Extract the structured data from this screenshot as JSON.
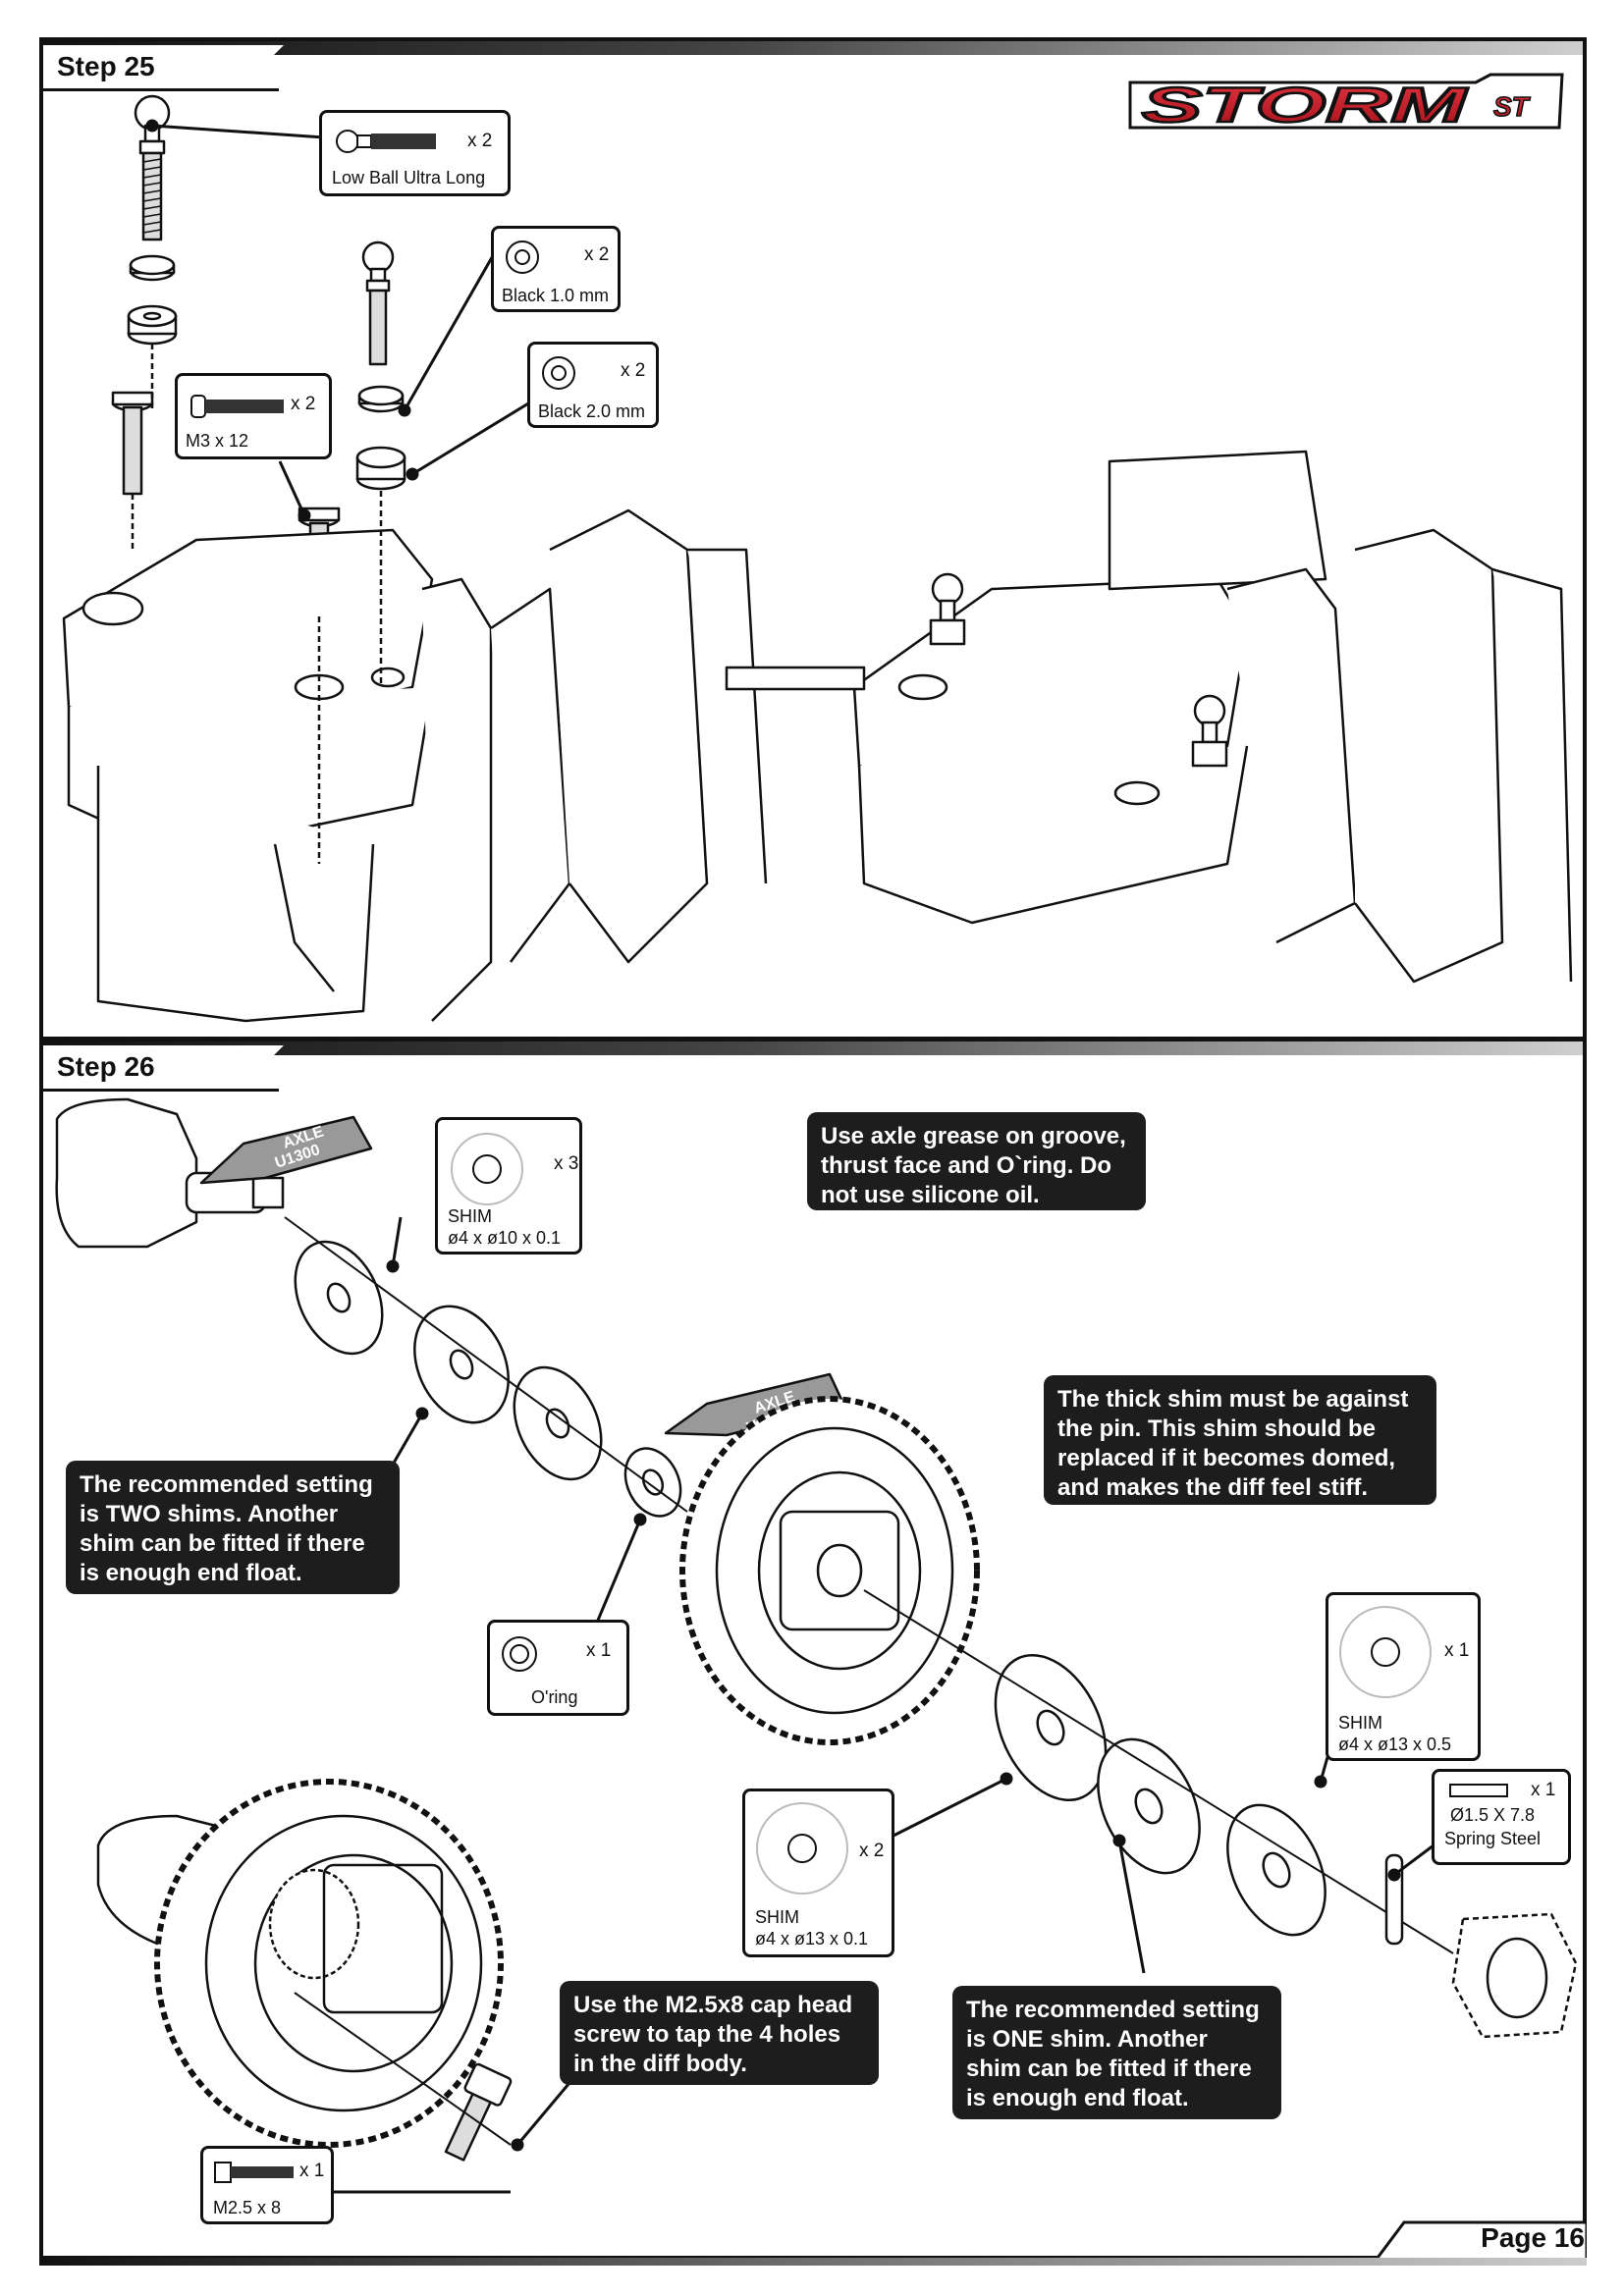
{
  "logo": {
    "text": "STORM",
    "suffix": "ST"
  },
  "step25": {
    "title": "Step 25",
    "parts": [
      {
        "qty": "x 2",
        "label": "Low Ball Ultra Long"
      },
      {
        "qty": "x 2",
        "label": "Black 1.0 mm"
      },
      {
        "qty": "x 2",
        "label": "Black 2.0 mm"
      },
      {
        "qty": "x 2",
        "label": "M3 x 12"
      }
    ]
  },
  "step26": {
    "title": "Step 26",
    "grease_label": [
      "AXLE",
      "U1300"
    ],
    "parts": [
      {
        "qty": "x 3",
        "label1": "SHIM",
        "label2": "ø4 x ø10 x 0.1"
      },
      {
        "qty": "x 1",
        "label1": "O'ring",
        "label2": ""
      },
      {
        "qty": "x 1",
        "label1": "SHIM",
        "label2": "ø4 x ø13 x 0.5"
      },
      {
        "qty": "x 1",
        "label1": "Ø1.5 X 7.8",
        "label2": "Spring Steel"
      },
      {
        "qty": "x 2",
        "label1": "SHIM",
        "label2": "ø4 x ø13 x 0.1"
      },
      {
        "qty": "x 1",
        "label1": "M2.5 x 8",
        "label2": ""
      }
    ],
    "notes": {
      "grease": "Use axle grease on groove, thrust face and O`ring. Do not use silicone oil.",
      "thick_shim": "The thick shim must be against the pin. This shim should be replaced if it becomes domed, and makes the diff feel stiff.",
      "two_shims": "The recommended setting is TWO shims. Another shim can be fitted if there is enough end float.",
      "cap_head": "Use the M2.5x8 cap head screw to tap the 4 holes in the diff body.",
      "one_shim": "The recommended setting is ONE shim. Another shim can be fitted if there is enough end float."
    }
  },
  "footer": {
    "page": "Page 16"
  }
}
